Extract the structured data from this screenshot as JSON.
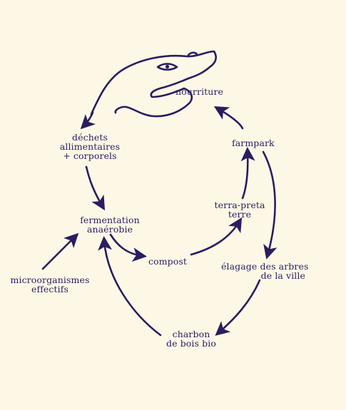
{
  "colors": {
    "background": "#fdf8e6",
    "ink": "#2a1c60"
  },
  "icons": {
    "head": "creature-head-icon"
  },
  "nodes": {
    "nourriture": "nourriture",
    "dechets": [
      "déchets",
      "allimentaires",
      "+ corporels"
    ],
    "fermentation": [
      "fermentation",
      "anaérobie"
    ],
    "compost": "compost",
    "terra_preta": [
      "terra-preta",
      "terre"
    ],
    "farmpark": "farmpark",
    "elagage": [
      "élagage des arbres",
      "de la ville"
    ],
    "charbon": [
      "charbon",
      "de bois bio"
    ],
    "microorganismes": [
      "microorganismes",
      "effectifs"
    ]
  }
}
